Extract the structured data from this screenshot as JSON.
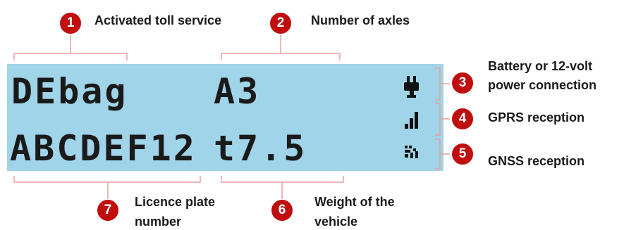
{
  "colors": {
    "lcd_background": "#9fd4e9",
    "callout": "#c00d0d",
    "text": "#1a1a1a"
  },
  "display": {
    "row1_left": "DEbag",
    "row1_middle": "A3",
    "row2_left": "ABCDEF12",
    "row2_middle": "t7.5",
    "icons": [
      "plug-icon",
      "signal-bars-icon",
      "satellite-signal-icon"
    ]
  },
  "callouts": [
    {
      "number": "1",
      "label": "Activated toll service"
    },
    {
      "number": "2",
      "label": "Number of axles"
    },
    {
      "number": "3",
      "label_lines": [
        "Battery or 12-volt",
        "power connection"
      ]
    },
    {
      "number": "4",
      "label": "GPRS reception"
    },
    {
      "number": "5",
      "label": "GNSS reception"
    },
    {
      "number": "6",
      "label_lines": [
        "Weight of the",
        "vehicle"
      ]
    },
    {
      "number": "7",
      "label_lines": [
        "Licence plate",
        "number"
      ]
    }
  ]
}
